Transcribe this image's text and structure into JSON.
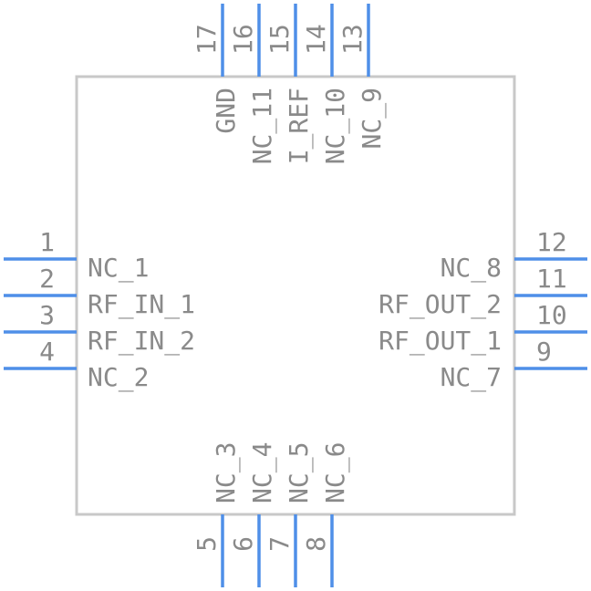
{
  "colors": {
    "pin": "#4f8fe8",
    "body": "#c8c8c8",
    "text": "#8a8a8a",
    "background": "#ffffff"
  },
  "pins": {
    "left": [
      {
        "number": "1",
        "name": "NC_1"
      },
      {
        "number": "2",
        "name": "RF_IN_1"
      },
      {
        "number": "3",
        "name": "RF_IN_2"
      },
      {
        "number": "4",
        "name": "NC_2"
      }
    ],
    "right": [
      {
        "number": "12",
        "name": "NC_8"
      },
      {
        "number": "11",
        "name": "RF_OUT_2"
      },
      {
        "number": "10",
        "name": "RF_OUT_1"
      },
      {
        "number": "9",
        "name": "NC_7"
      }
    ],
    "top": [
      {
        "number": "17",
        "name": "GND"
      },
      {
        "number": "16",
        "name": "NC_11"
      },
      {
        "number": "15",
        "name": "I_REF"
      },
      {
        "number": "14",
        "name": "NC_10"
      },
      {
        "number": "13",
        "name": "NC_9"
      }
    ],
    "bottom": [
      {
        "number": "5",
        "name": "NC_3"
      },
      {
        "number": "6",
        "name": "NC_4"
      },
      {
        "number": "7",
        "name": "NC_5"
      },
      {
        "number": "8",
        "name": "NC_6"
      }
    ]
  }
}
